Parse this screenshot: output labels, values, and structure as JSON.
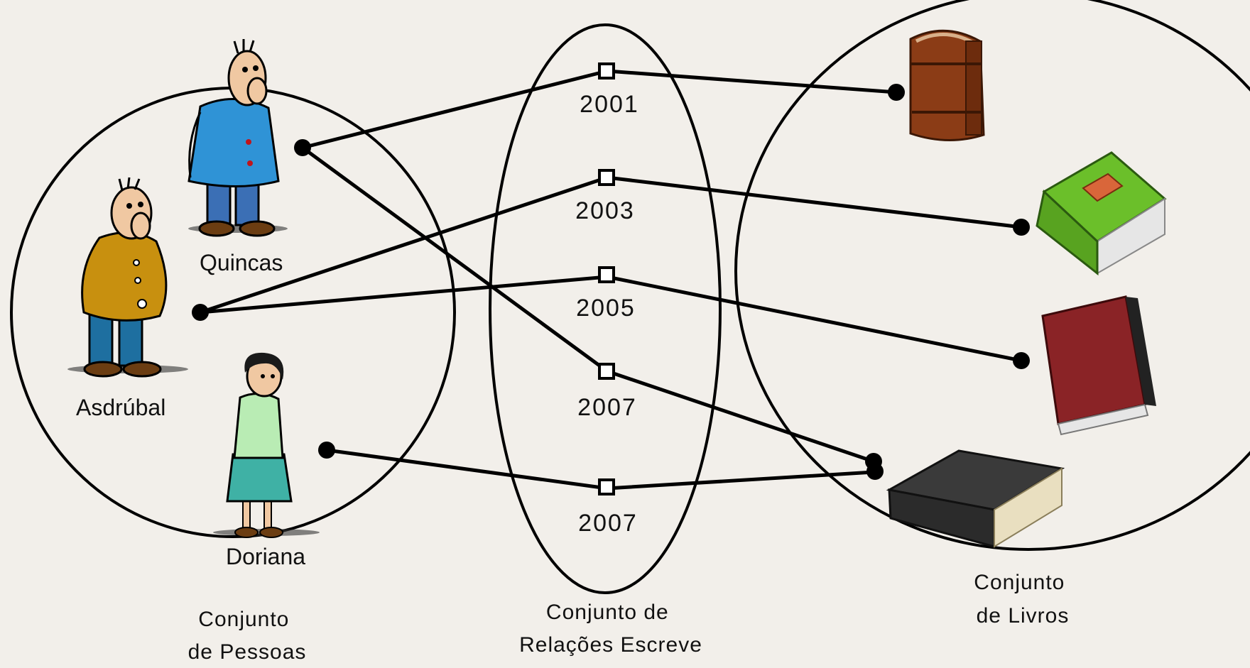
{
  "people": {
    "quincas": "Quincas",
    "asdrubal": "Asdrúbal",
    "doriana": "Doriana",
    "caption_line1": "Conjunto",
    "caption_line2": "de Pessoas"
  },
  "relations": {
    "years": [
      "2001",
      "2003",
      "2005",
      "2007",
      "2007"
    ],
    "caption_line1": "Conjunto de",
    "caption_line2": "Relações Escreve"
  },
  "books": {
    "caption_line1": "Conjunto",
    "caption_line2": "de Livros"
  },
  "connections": [
    {
      "person": "Quincas",
      "year": "2001",
      "book": "book-brown"
    },
    {
      "person": "Asdrúbal",
      "year": "2003",
      "book": "book-green"
    },
    {
      "person": "Asdrúbal",
      "year": "2005",
      "book": "book-red"
    },
    {
      "person": "Quincas",
      "year": "2007",
      "book": "book-black"
    },
    {
      "person": "Doriana",
      "year": "2007",
      "book": "book-black"
    }
  ],
  "colors": {
    "background": "#f2efea",
    "ink": "#000000",
    "quincas_coat": "#2f93d6",
    "asdrubal_coat": "#c8900f",
    "doriana_coat": "#b9ecb4",
    "doriana_skirt": "#3fb1a5",
    "book_brown": "#8b3c16",
    "book_green": "#6bbf2a",
    "book_red": "#8a2326",
    "book_black": "#333333"
  }
}
